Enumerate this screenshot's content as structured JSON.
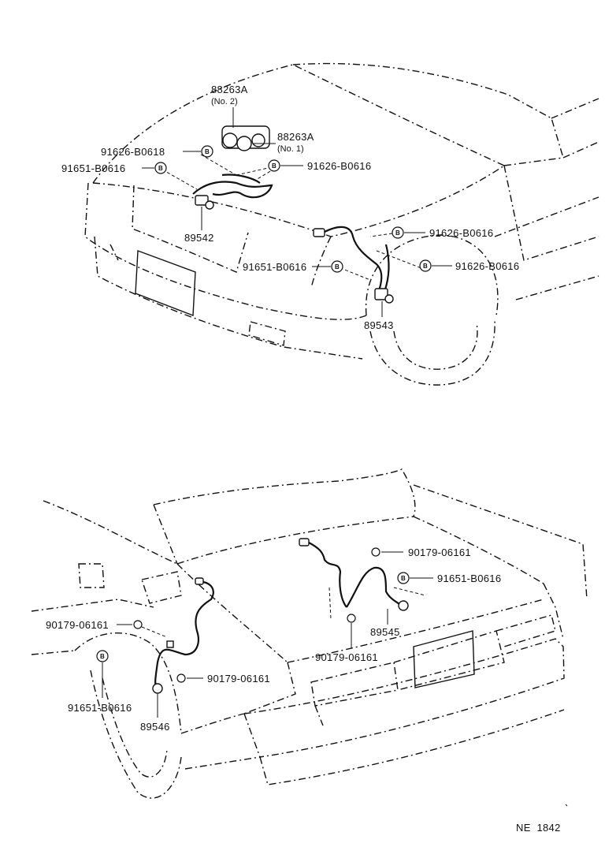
{
  "top_view": {
    "parts": {
      "abs_actuator": "88263A",
      "abs_actuator_note": "(No. 2)",
      "abs_relay": "88263A",
      "abs_relay_note": "(No. 1)",
      "front_sensor_left": "89542",
      "front_sensor_right": "89543"
    },
    "bolts": {
      "bolt_1": "91626-B0618",
      "bolt_2": "91651-B0616",
      "bolt_3": "91626-B0616",
      "bolt_4": "91626-B0616",
      "bolt_5": "91651-B0616",
      "bolt_6": "91626-B0616"
    }
  },
  "bottom_view": {
    "parts": {
      "rear_sensor_right": "89545",
      "rear_sensor_left": "89546"
    },
    "fasteners": {
      "clip_1": "90179-06161",
      "bolt_1": "91651-B0616",
      "clip_2": "90179-06161",
      "clip_3": "90179-06161",
      "clip_4": "90179-06161",
      "bolt_2": "91651-B0616"
    }
  },
  "marker_letter": "B",
  "figure_code": "NE  1842"
}
